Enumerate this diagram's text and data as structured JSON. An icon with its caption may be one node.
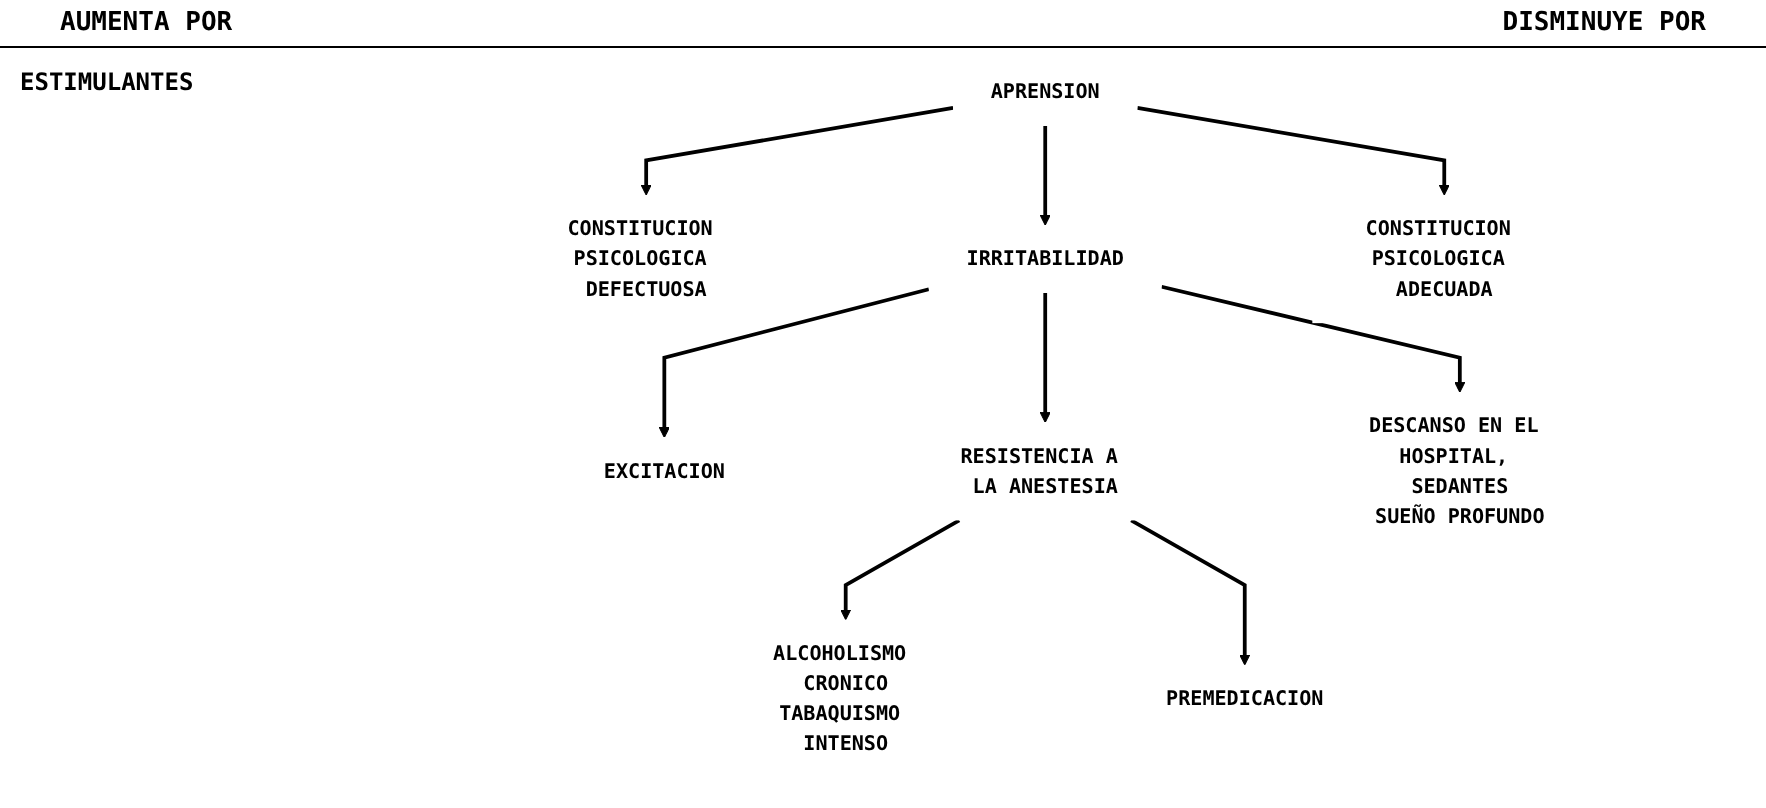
{
  "diagram": {
    "nodes": [
      {
        "text": [
          "CONSTITUCION PSICOLOGICA DEFECTUOSA"
        ]
      },
      {
        "text": [
          "APRENSION"
        ]
      },
      {
        "text": [
          "CONSTITUCION PSICOLOGICA ADECUADA"
        ]
      },
      {
        "text": [
          "EXCITACION"
        ]
      },
      {
        "text": [
          "IRRITABILIDAD"
        ]
      },
      {
        "text": [
          "DESCANSO EN EL HOSPITAL, SEDANTES",
          "SUEÑO PROFUNDO"
        ]
      },
      {
        "text": [
          "RESISTENCIA A LA ANESTESIA"
        ]
      },
      {
        "text": [
          "ALCOHOLISMO CRONICO",
          "TABAQUISMO INTENSO"
        ]
      },
      {
        "text": [
          "PREMEDICACION"
        ]
      }
    ],
    "edges": [
      {
        "from": 1,
        "to": 0,
        "arrow": "to"
      },
      {
        "from": 1,
        "to": 2,
        "arrow": "to"
      },
      {
        "from": 1,
        "to": 4,
        "arrow": "to"
      },
      {
        "from": 4,
        "to": 3,
        "arrow": "to"
      },
      {
        "from": 4,
        "to": 5,
        "arrow": "to"
      },
      {
        "from": 4,
        "to": 6,
        "arrow": "to"
      },
      {
        "from": 6,
        "to": 7,
        "arrow": "to"
      },
      {
        "from": 6,
        "to": 8,
        "arrow": "to"
      }
    ],
    "labels": [
      "AUMENTA POR",
      "DISMINUYE POR",
      "ESTIMULANTES"
    ]
  }
}
